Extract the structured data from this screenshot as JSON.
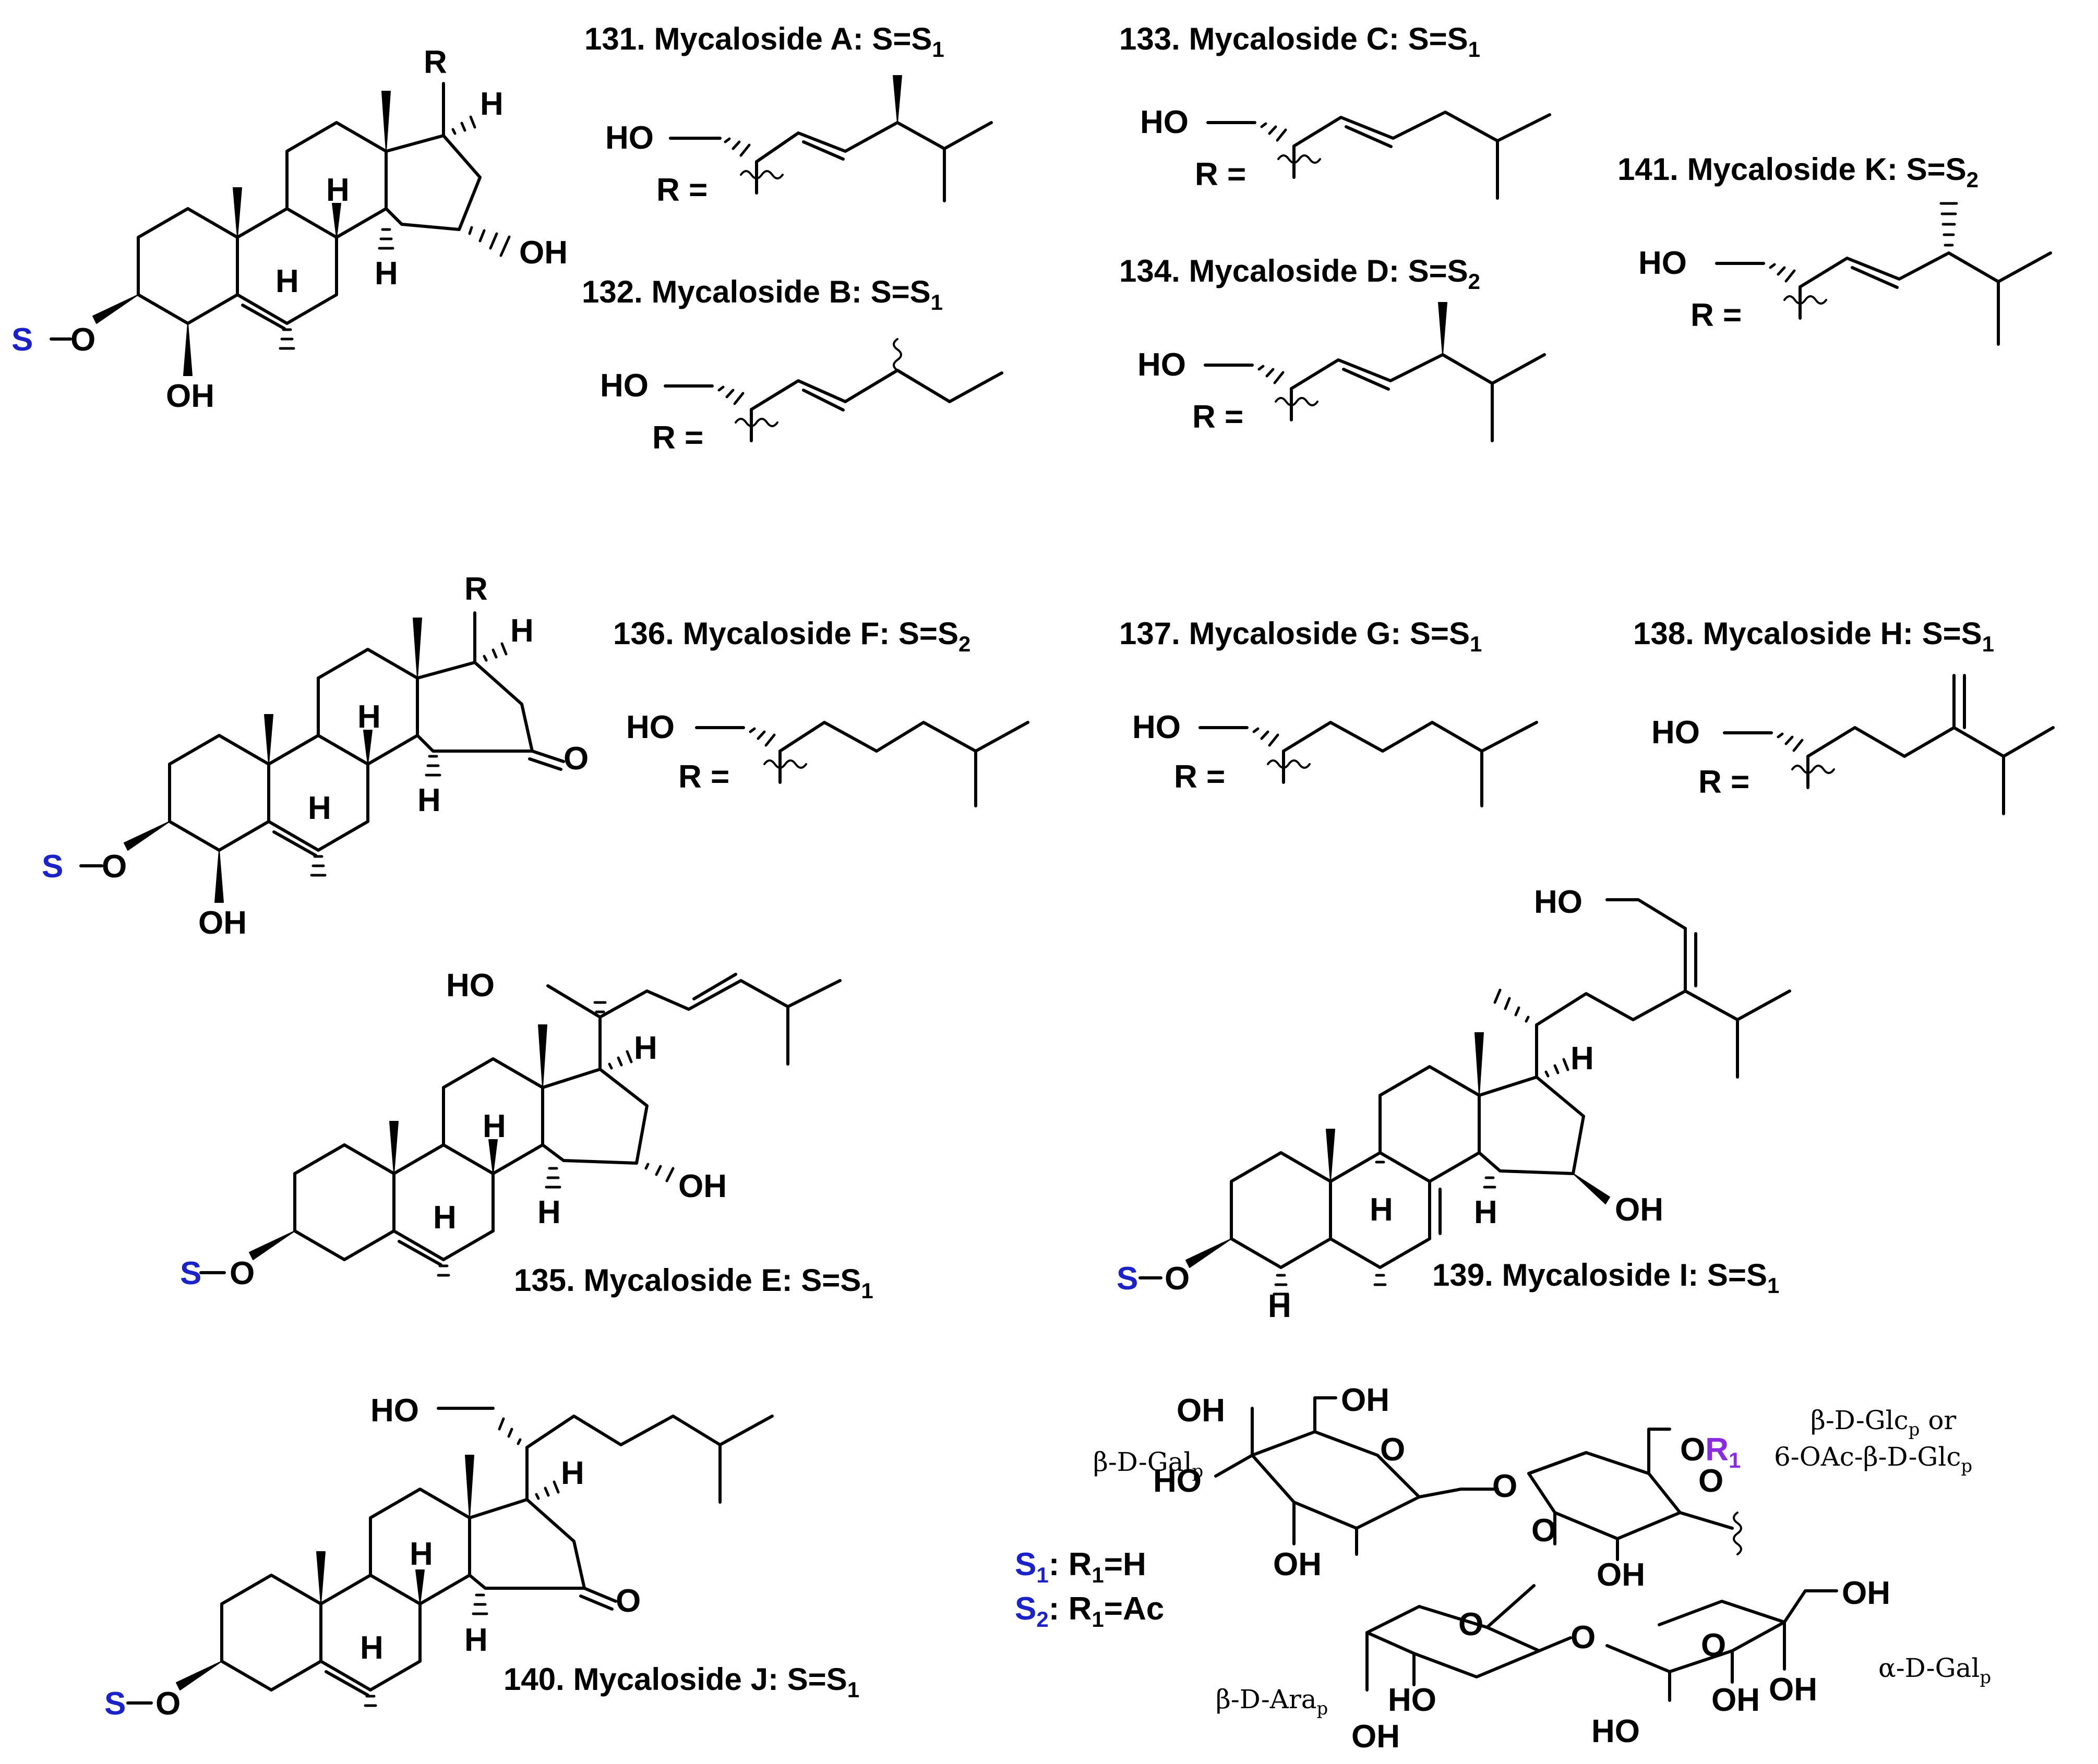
{
  "colors": {
    "substituent_S": "#1a22c8",
    "substituent_R": "#7b1f7e",
    "substituent_R1": "#8a2be2",
    "ink": "#000000"
  },
  "compounds": {
    "c131": {
      "label": "131. Mycaloside A: S=S",
      "sub": "1"
    },
    "c132": {
      "label": "132. Mycaloside B: S=S",
      "sub": "1"
    },
    "c133": {
      "label": "133. Mycaloside C: S=S",
      "sub": "1"
    },
    "c134": {
      "label": "134. Mycaloside D: S=S",
      "sub": "2"
    },
    "c141": {
      "label": "141. Mycaloside K: S=S",
      "sub": "2"
    },
    "c136": {
      "label": "136.  Mycaloside F: S=S",
      "sub": "2"
    },
    "c137": {
      "label": "137. Mycaloside G: S=S",
      "sub": "1"
    },
    "c138": {
      "label": "138. Mycaloside H: S=S",
      "sub": "1"
    },
    "c135": {
      "label": "135. Mycaloside E: S=S",
      "sub": "1"
    },
    "c139": {
      "label": "139. Mycaloside I: S=S",
      "sub": "1"
    },
    "c140": {
      "label": "140. Mycaloside J: S=S",
      "sub": "1"
    }
  },
  "atoms": {
    "S": "S",
    "O": "O",
    "OH": "OH",
    "HO": "HO",
    "H": "H",
    "R": "R",
    "R_eq": "R =",
    "OR": "O",
    "R1": "R"
  },
  "sugars": {
    "gal": {
      "text": "β-D-Gal",
      "sub": "p"
    },
    "glc_line1": {
      "text": "β-D-Glc",
      "sub": "p",
      "tail": " or"
    },
    "glc_line2": {
      "text": "6-OAc-β-D-Glc",
      "sub": "p"
    },
    "ara": {
      "text": "β-D-Ara",
      "sub": "p"
    },
    "agal": {
      "text": "α-D-Gal",
      "sub": "p"
    }
  },
  "legend": {
    "s1": {
      "s": "S",
      "s_sub": "1",
      "r": ": R",
      "r_sub": "1",
      "val": "=H"
    },
    "s2": {
      "s": "S",
      "s_sub": "2",
      "r": ": R",
      "r_sub": "1",
      "val": "=Ac"
    }
  }
}
